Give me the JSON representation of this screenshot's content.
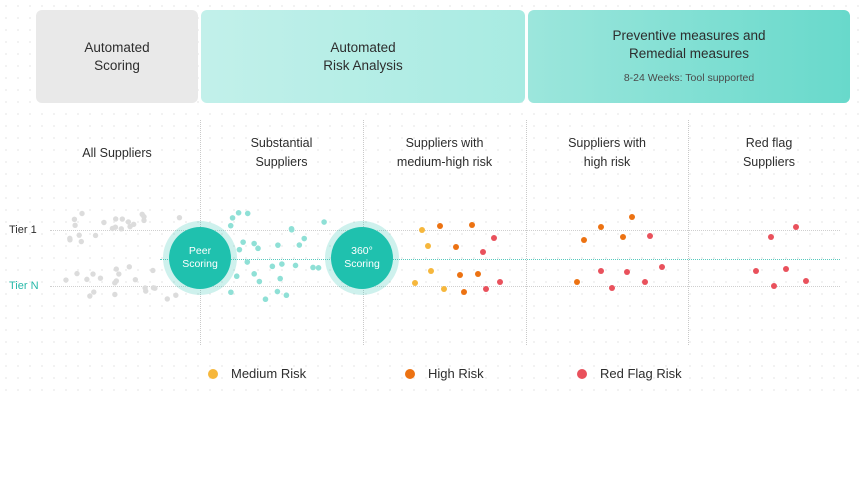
{
  "phases": [
    {
      "title": "Automated\nScoring",
      "subtitle": ""
    },
    {
      "title": "Automated\nRisk Analysis",
      "subtitle": ""
    },
    {
      "title": "Preventive measures and\nRemedial measures",
      "subtitle": "8-24 Weeks: Tool supported"
    }
  ],
  "columns": [
    "All Suppliers",
    "Substantial\nSuppliers",
    "Suppliers with\nmedium-high risk",
    "Suppliers with\nhigh risk",
    "Red flag\nSuppliers"
  ],
  "tiers": {
    "tier1": "Tier 1",
    "tierN": "Tier N"
  },
  "badges": {
    "peer": "Peer\nScoring",
    "scoring360": "360°\nScoring"
  },
  "legend": [
    {
      "label": "Medium Risk",
      "color": "#f6b73c"
    },
    {
      "label": "High Risk",
      "color": "#ec7212"
    },
    {
      "label": "Red Flag Risk",
      "color": "#e9515c"
    }
  ],
  "colors": {
    "all": "#dcdcdc",
    "substantial": "#8fe0d6",
    "accent": "#1fc1ae",
    "tierN": "#26b8a8"
  }
}
